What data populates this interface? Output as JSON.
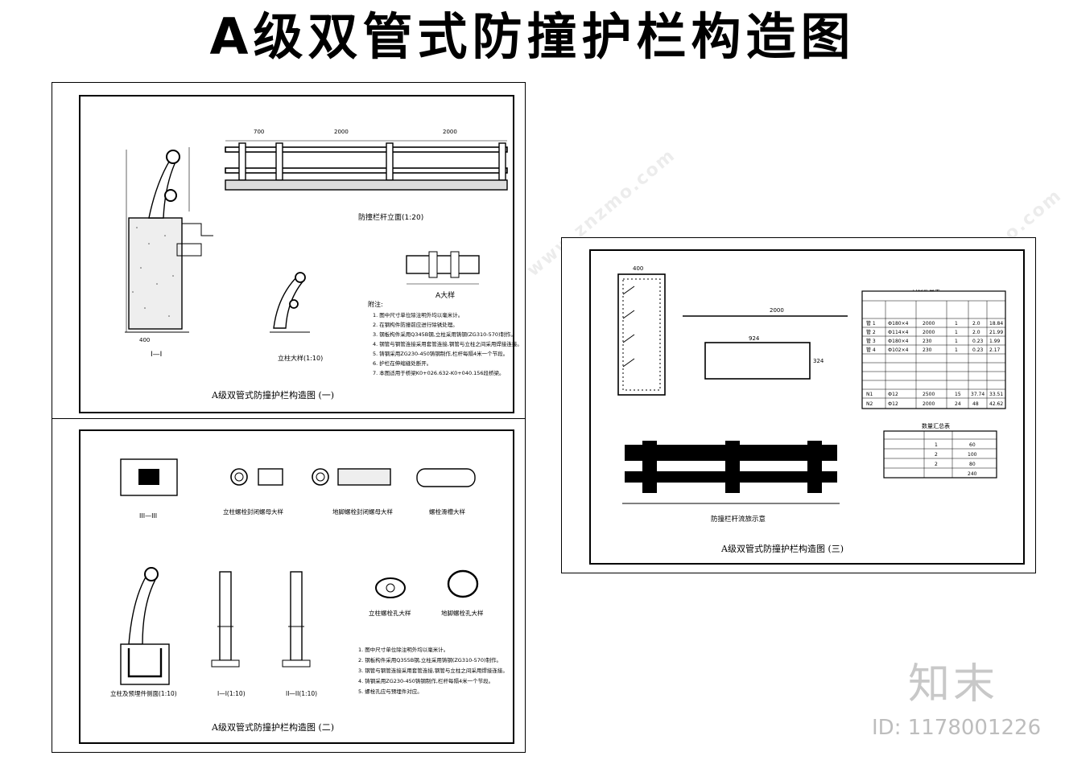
{
  "title": "A级双管式防撞护栏构造图",
  "sheet1": {
    "caption": "A级双管式防撞护栏构造图 (一)",
    "elevation_title": "防撞栏杆立面(1:20)",
    "detail_a_title": "A大样",
    "section_label": "I—I",
    "post_detail_title": "立柱大样(1:10)",
    "dims_top": [
      "700",
      "2000",
      "2000"
    ],
    "notes_heading": "附注:",
    "notes": [
      "1. 图中尺寸单位除注明外均以毫米计。",
      "2. 在钢构件防撞前应进行除锈处理。",
      "3. 钢板构件采用Q345B钢,立柱采用铸钢(ZG310-570)制作。",
      "4. 钢管与钢管连接采用套管连接,钢管与立柱之间采用焊接连接。",
      "5. 铸钢采用ZG230-450铸钢制作,栏杆每隔4米一个节段。",
      "6. 护栏在伸缩缝处断开。",
      "7. 本图适用于桥梁K0+026.632-K0+040.156段桥梁。"
    ]
  },
  "sheet2": {
    "caption": "A级双管式防撞护栏构造图 (二)",
    "section3": "III—III",
    "nut_detail1": "立柱螺栓封闭螺母大样",
    "nut_detail2": "地脚螺栓封闭螺母大样",
    "slot_detail": "螺栓滑槽大样",
    "post_base": "立柱及预埋件侧面(1:10)",
    "sec1": "I—I(1:10)",
    "sec2": "II—II(1:10)",
    "hole1": "立柱螺栓孔大样",
    "hole2": "地脚螺栓孔大样",
    "notes": [
      "1. 图中尺寸单位除注明外均以毫米计。",
      "2. 钢板构件采用Q355B钢,立柱采用铸钢(ZG310-570)制作。",
      "3. 钢管与钢管连接采用套管连接,钢管与立柱之间采用焊接连接。",
      "4. 铸钢采用ZG230-450铸钢制作,栏杆每隔4米一个节段。",
      "5. 螺栓孔应与预埋件对应。"
    ]
  },
  "sheet3": {
    "caption": "A级双管式防撞护栏构造图 (三)",
    "schematic_title": "防撞栏杆流旅示意",
    "table1_title": "材料数量表",
    "table2_title": "数量汇总表",
    "table1_rows": [
      [
        "管 1",
        "Ф180×4",
        "2000",
        "1",
        "2.0",
        "18.84"
      ],
      [
        "管 2",
        "Ф114×4",
        "2000",
        "1",
        "2.0",
        "21.99"
      ],
      [
        "管 3",
        "Ф180×4",
        "230",
        "1",
        "0.23",
        "1.99"
      ],
      [
        "管 4",
        "Ф102×4",
        "230",
        "1",
        "0.23",
        "2.17"
      ],
      [
        "N1",
        "Ф12",
        "2500",
        "15",
        "37.74",
        "33.51"
      ],
      [
        "N2",
        "Ф12",
        "2000",
        "24",
        "48",
        "42.62"
      ]
    ],
    "table2_rows": [
      [
        "",
        "1",
        "60"
      ],
      [
        "",
        "2",
        "100"
      ],
      [
        "",
        "2",
        "80"
      ],
      [
        "",
        "",
        "240"
      ]
    ],
    "dims": [
      "400",
      "2000",
      "924",
      "324"
    ]
  },
  "brand": {
    "logo_text": "知末",
    "id_text": "ID: 1178001226",
    "watermark": "www.znzmo.com"
  }
}
